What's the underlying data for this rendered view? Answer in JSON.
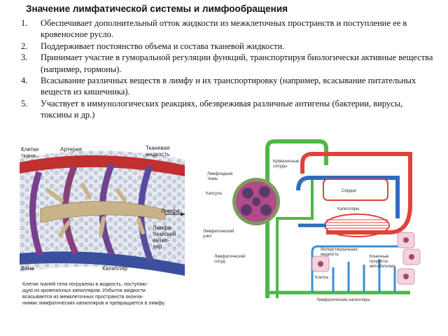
{
  "title": "Значение лимфатической системы и лимфообращения",
  "functions": [
    {
      "num": "1.",
      "text": "Обеспечивает дополнительный отток жидкости из межклеточных пространств и поступление ее в кровеносное русло."
    },
    {
      "num": "2.",
      "text": "Поддерживает постоянство объема и состава тканевой жидкости."
    },
    {
      "num": "3.",
      "text": "Принимает участие в гуморальной регуляции функций, транспортируя биологически активные вещества (например, гормоны)."
    },
    {
      "num": "4.",
      "text": "Всасывание различных веществ в лимфу и их транспортировку (например, всасывание питательных веществ из кишечника)."
    },
    {
      "num": "5.",
      "text": "Участвует в иммунологических реакциях, обезвреживая различные антигены (бактерии, вирусы, токсины и др.)"
    }
  ],
  "left_figure": {
    "labels": {
      "cells_1": "Клетки",
      "cells_2": "ткани",
      "artery": "Артерия",
      "fluid_1": "Тканевая",
      "fluid_2": "жидкость",
      "lymph": "Лимфа",
      "lcap_1": "Лимфа-",
      "lcap_2": "тический",
      "lcap_3": "капил-",
      "lcap_4": "ляр",
      "vein": "Вена",
      "capillary": "Капилляр"
    },
    "caption": [
      "Клетки тканей тела погружены в жидкость, поступаю-",
      "щую из кровеносных капилляров. Избыток жидкости",
      "всасывается из межклеточных пространств оконча-",
      "ниями лимфатических капилляров и превращается в лимфу."
    ],
    "colors": {
      "artery": "#c0302f",
      "vein": "#3a4f9e",
      "lymph": "#c9b48a",
      "tissue": "#dfe4ef"
    }
  },
  "right_figure": {
    "labels": {
      "blood_1": "Кровеносные",
      "blood_2": "сосуды",
      "tissue_1": "Лимфоидная",
      "tissue_2": "ткань",
      "capsule": "Капсула",
      "heart": "Сердце",
      "caps": "Капилляры",
      "node_1": "Лимфатический",
      "node_2": "узел",
      "interst_1": "Интерстициальная",
      "interst_2": "жидкость",
      "end_1": "Конечные",
      "end_2": "продукты",
      "end_3": "метаболизма",
      "vessel_1": "Лимфатический",
      "vessel_2": "сосуд",
      "cell": "Клетка",
      "lcaps": "Лимфатические капилляры"
    },
    "colors": {
      "lymph": "#4db848",
      "arterial": "#e0413a",
      "venous": "#2f6cc0",
      "capillary": "#3a8fd6",
      "cells": "#f4d3dc",
      "node": "#8a5a8a"
    }
  }
}
